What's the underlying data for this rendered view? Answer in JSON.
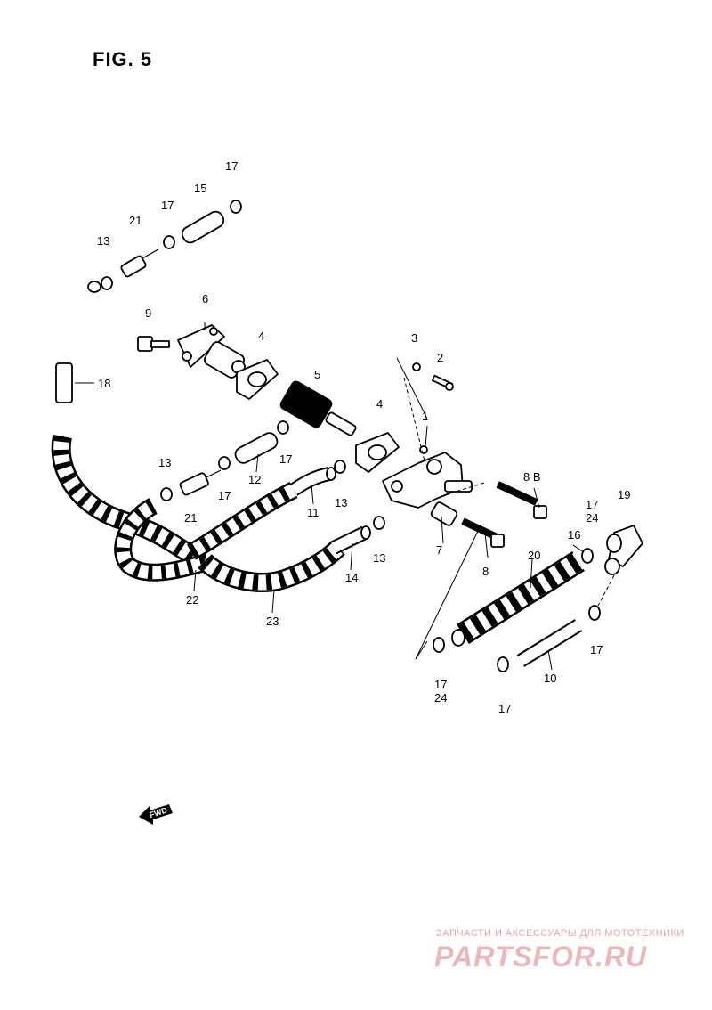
{
  "figure": {
    "title": "FIG. 5"
  },
  "labels": {
    "l1": "1",
    "l2": "2",
    "l3": "3",
    "l4a": "4",
    "l4b": "4",
    "l5": "5",
    "l6": "6",
    "l7": "7",
    "l8": "8",
    "l8b": "8 B",
    "l9": "9",
    "l10": "10",
    "l11": "11",
    "l12": "12",
    "l13a": "13",
    "l13b": "13",
    "l13c": "13",
    "l13d": "13",
    "l14": "14",
    "l15": "15",
    "l16": "16",
    "l17a": "17",
    "l17b": "17",
    "l17c": "17",
    "l17d": "17",
    "l17e": "17",
    "l17f": "17",
    "l17g": "17",
    "l17h": "17",
    "l18": "18",
    "l19": "19",
    "l20": "20",
    "l21a": "21",
    "l21b": "21",
    "l22": "22",
    "l23": "23",
    "l24a": "24",
    "l24b": "24"
  },
  "fwd": {
    "text": "FWD"
  },
  "watermark": {
    "caption": "ЗАПЧАСТИ И АКСЕССУАРЫ ДЛЯ МОТОТЕХНИКИ",
    "logo": "PARTSFOR.RU",
    "color": "#e4a6aa"
  }
}
